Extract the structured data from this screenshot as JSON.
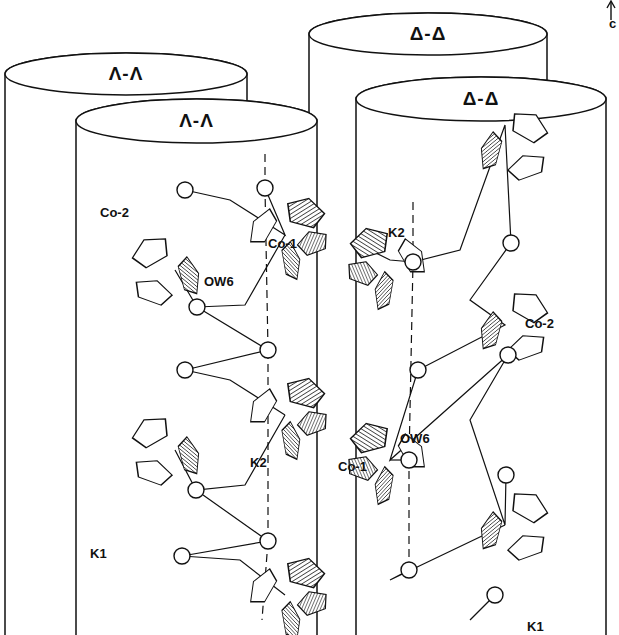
{
  "diagram": {
    "nodes": [
      {
        "text": [
          "Δ-Δ"
        ]
      },
      {
        "text": [
          "Λ-Λ"
        ]
      },
      {
        "text": [
          "Δ-Δ"
        ]
      },
      {
        "text": [
          "Λ-Λ"
        ]
      }
    ],
    "labels": [
      "Co-2",
      "Co-1",
      "OW6",
      "K2",
      "K1",
      "K2",
      "Co-2",
      "OW6",
      "Co-1",
      "K1",
      "c"
    ]
  }
}
